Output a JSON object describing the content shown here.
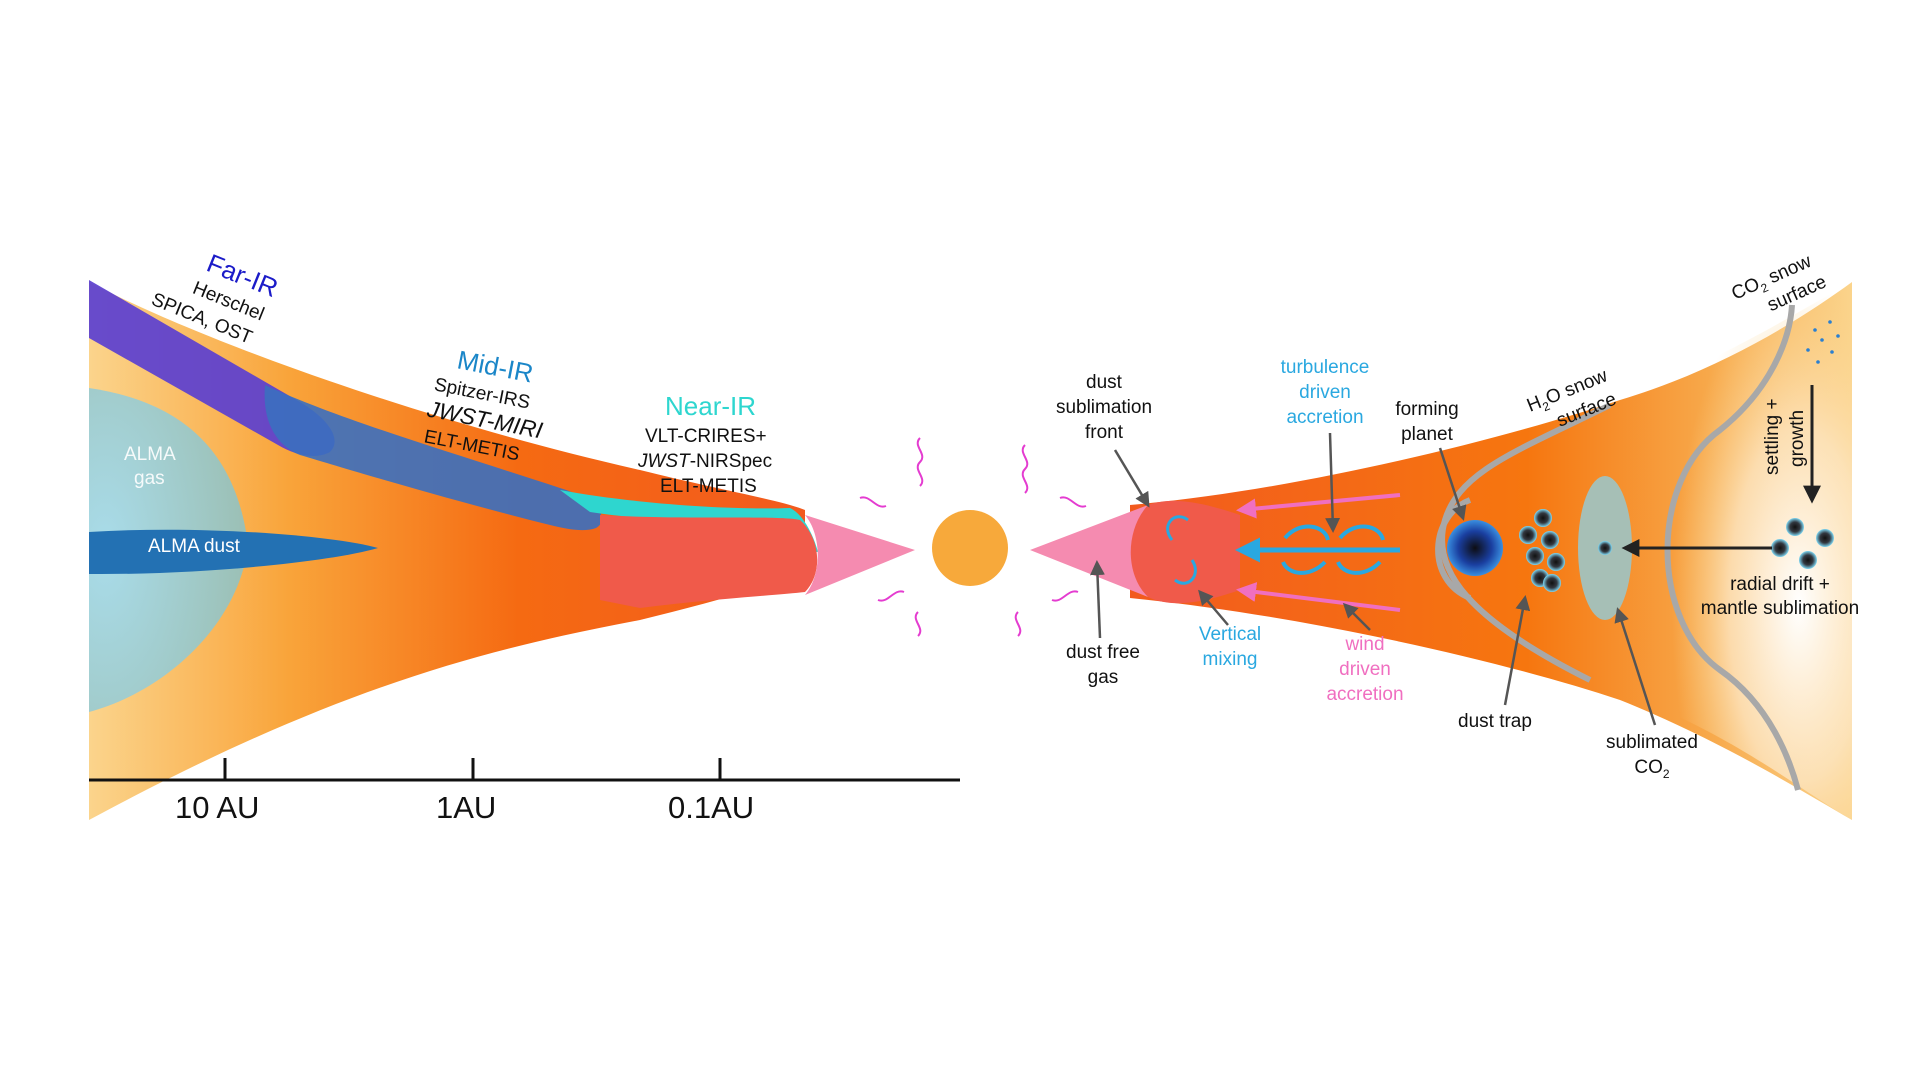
{
  "colors": {
    "disk_light": "#fbd48c",
    "disk_mid": "#f7941e",
    "disk_hot": "#f25a1e",
    "inner_rim": "#f05a4a",
    "dust_free": "#f58bb0",
    "star": "#f7a93b",
    "far_ir": "#1b1bc8",
    "mid_ir": "#1a86c8",
    "near_ir": "#2ed6cf",
    "jwst": "#e0141e",
    "wind": "#f06fc0",
    "turbulence": "#2aa8e0",
    "alma_gas": "#9fc7c4",
    "alma_dust": "#2371b3",
    "snowline": "#a8a8a8",
    "sublimated": "#a6bfb6",
    "squiggle": "#e43cd0"
  },
  "left_panel": {
    "far_ir": {
      "title": "Far-IR",
      "line1": "Herschel",
      "line2": "SPICA, OST"
    },
    "mid_ir": {
      "title": "Mid-IR",
      "line1": "Spitzer-IRS",
      "line2": "JWST-MIRI",
      "line3": "ELT-METIS"
    },
    "near_ir": {
      "title": "Near-IR",
      "line1": "VLT-CRIRES+",
      "line2_italic": "JWST",
      "line2_rest": "-NIRSpec",
      "line3": "ELT-METIS"
    },
    "alma_gas": {
      "line1": "ALMA",
      "line2": "gas"
    },
    "alma_dust": "ALMA dust",
    "axis_ticks": [
      "10 AU",
      "1AU",
      "0.1AU"
    ]
  },
  "right_panel": {
    "dust_sublimation_front": [
      "dust",
      "sublimation",
      "front"
    ],
    "dust_free_gas": [
      "dust free",
      "gas"
    ],
    "turbulence_driven_accretion": [
      "turbulence",
      "driven",
      "accretion"
    ],
    "vertical_mixing": [
      "Vertical",
      "mixing"
    ],
    "wind_driven_accretion": [
      "wind",
      "driven",
      "accretion"
    ],
    "forming_planet": [
      "forming",
      "planet"
    ],
    "h2o_snow_surface": {
      "h": "H",
      "sub": "2",
      "rest": "O snow",
      "line2": "surface"
    },
    "co2_snow_surface": {
      "co": "CO",
      "sub": "2",
      "rest": " snow",
      "line2": "surface"
    },
    "settling_growth": [
      "settling +",
      "growth"
    ],
    "radial_drift": [
      "radial drift +",
      "mantle sublimation"
    ],
    "dust_trap": "dust trap",
    "sublimated_co2": {
      "line1": "sublimated",
      "co": "CO",
      "sub": "2"
    }
  }
}
